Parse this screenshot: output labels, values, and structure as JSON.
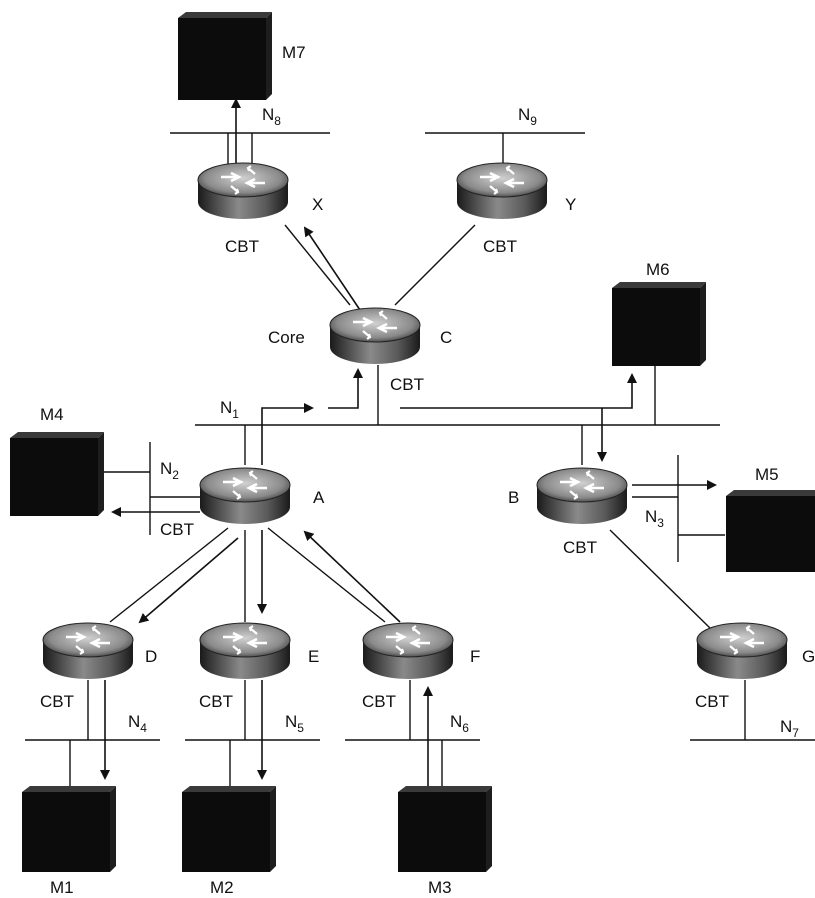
{
  "routers": {
    "x": {
      "name": "X",
      "tag": "CBT"
    },
    "y": {
      "name": "Y",
      "tag": "CBT"
    },
    "c": {
      "name": "C",
      "tag": "CBT",
      "role": "Core"
    },
    "a": {
      "name": "A",
      "tag": "CBT"
    },
    "b": {
      "name": "B",
      "tag": "CBT"
    },
    "d": {
      "name": "D",
      "tag": "CBT"
    },
    "e": {
      "name": "E",
      "tag": "CBT"
    },
    "f": {
      "name": "F",
      "tag": "CBT"
    },
    "g": {
      "name": "G",
      "tag": "CBT"
    }
  },
  "hosts": {
    "m1": "M1",
    "m2": "M2",
    "m3": "M3",
    "m4": "M4",
    "m5": "M5",
    "m6": "M6",
    "m7": "M7"
  },
  "networks": {
    "n1": {
      "base": "N",
      "sub": "1"
    },
    "n2": {
      "base": "N",
      "sub": "2"
    },
    "n3": {
      "base": "N",
      "sub": "3"
    },
    "n4": {
      "base": "N",
      "sub": "4"
    },
    "n5": {
      "base": "N",
      "sub": "5"
    },
    "n6": {
      "base": "N",
      "sub": "6"
    },
    "n7": {
      "base": "N",
      "sub": "7"
    },
    "n8": {
      "base": "N",
      "sub": "8"
    },
    "n9": {
      "base": "N",
      "sub": "9"
    }
  },
  "colors": {
    "router_dark": "#1a1a1a",
    "router_mid": "#8a8a8a",
    "router_light": "#d0d0d0",
    "ink": "#111111"
  }
}
